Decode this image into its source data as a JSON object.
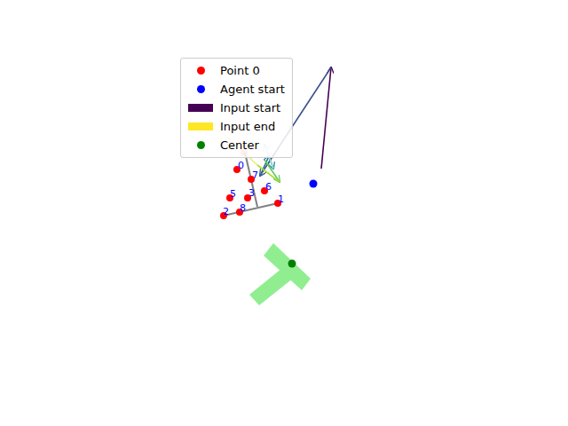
{
  "diagram": {
    "labels": [
      "0",
      "7",
      "6",
      "5",
      "3",
      "1",
      "2",
      "8"
    ],
    "legend": [
      {
        "text": "Point 0"
      },
      {
        "text": "Agent start"
      },
      {
        "text": "Input start",
        "color": "#440154"
      },
      {
        "text": "Input end",
        "color": "#fde725"
      },
      {
        "text": "Center"
      }
    ]
  }
}
